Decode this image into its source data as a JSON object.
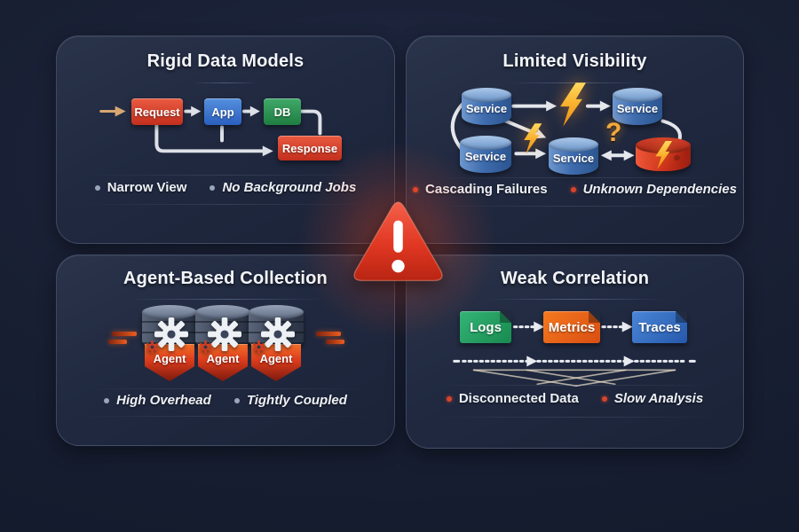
{
  "alert": {
    "symbol": "!"
  },
  "icons": {
    "center": "warning-triangle-icon",
    "failure": "lightning-bolt-icon",
    "unknown": "question-mark",
    "collector": "gear-icon"
  },
  "colors": {
    "background": "#151c2e",
    "panel": "#232c42",
    "alert_red": "#d93a24",
    "node_red": "#d5402b",
    "node_blue": "#3a73cc",
    "node_green": "#2d9051",
    "service_blue": "#4a7cc0",
    "lightning_orange": "#f5a salvage",
    "lightning": "#f6a828",
    "logs_green": "#22a062",
    "metrics_orange": "#e8651a",
    "traces_blue": "#3068bd",
    "agent_red": "#dd3d1c"
  },
  "panels": {
    "rigid_data_models": {
      "title": "Rigid Data Models",
      "nodes": {
        "request": "Request",
        "app": "App",
        "db": "DB",
        "response": "Response"
      },
      "bullets": [
        "Narrow View",
        "No Background Jobs"
      ]
    },
    "limited_visibility": {
      "title": "Limited Visibility",
      "service_label": "Service",
      "question_mark": "?",
      "bullets": [
        "Cascading Failures",
        "Unknown Dependencies"
      ]
    },
    "agent_based_collection": {
      "title": "Agent-Based Collection",
      "agent_label": "Agent",
      "bullets": [
        "High Overhead",
        "Tightly Coupled"
      ]
    },
    "weak_correlation": {
      "title": "Weak Correlation",
      "nodes": [
        "Logs",
        "Metrics",
        "Traces"
      ],
      "bullets": [
        "Disconnected Data",
        "Slow Analysis"
      ]
    }
  }
}
